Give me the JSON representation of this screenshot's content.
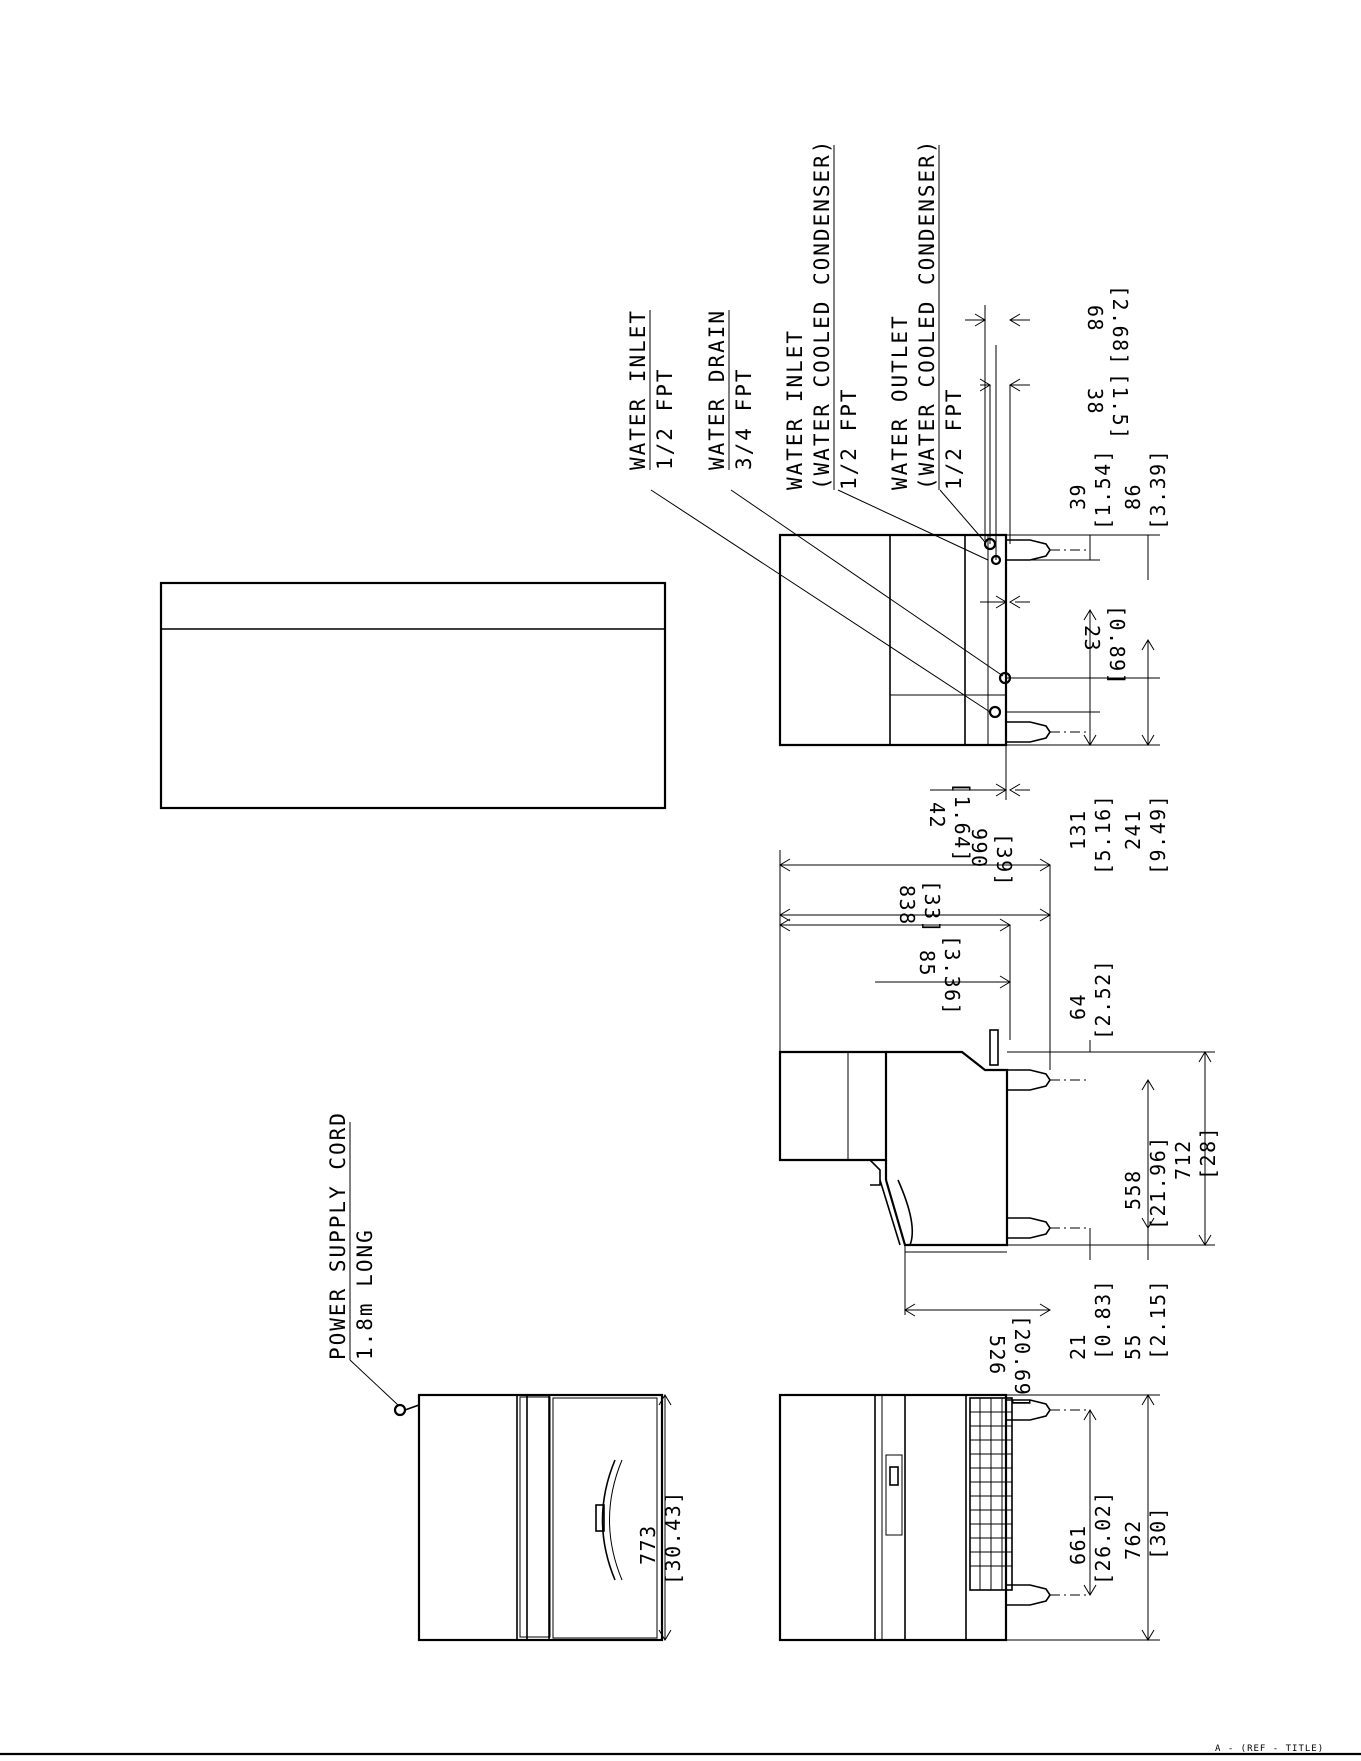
{
  "labels": {
    "power_cord_title": "POWER SUPPLY CORD",
    "power_cord_sub": "1.8m LONG",
    "water_inlet_title": "WATER INLET",
    "water_inlet_size": "1/2 FPT",
    "water_drain_title": "WATER DRAIN",
    "water_drain_size": "3/4 FPT",
    "wc_inlet_title": "WATER INLET",
    "wc_inlet_sub": "(WATER COOLED CONDENSER)",
    "wc_inlet_size": "1/2 FPT",
    "wc_outlet_title": "WATER OUTLET",
    "wc_outlet_sub": "(WATER COOLED CONDENSER)",
    "wc_outlet_size": "1/2 FPT"
  },
  "dimensions": {
    "d773": "773",
    "d773_in": "[30.43]",
    "d762": "762",
    "d762_in": "[30]",
    "d661": "661",
    "d661_in": "[26.02]",
    "d21": "21",
    "d21_in": "[0.83]",
    "d55": "55",
    "d55_in": "[2.15]",
    "d526": "526",
    "d526_in": "[20.69]",
    "d558": "558",
    "d558_in": "[21.96]",
    "d712": "712",
    "d712_in": "[28]",
    "d64": "64",
    "d64_in": "[2.52]",
    "d85": "85",
    "d85_in": "[3.36]",
    "d838": "838",
    "d838_in": "[33]",
    "d990": "990",
    "d990_in": "[39]",
    "d131": "131",
    "d131_in": "[5.16]",
    "d241": "241",
    "d241_in": "[9.49]",
    "d42": "42",
    "d42_in": "[1.64]",
    "d23": "23",
    "d23_in": "[0.89]",
    "d39": "39",
    "d39_in": "[1.54]",
    "d86": "86",
    "d86_in": "[3.39]",
    "d38": "38",
    "d38_in": "[1.5]",
    "d68": "68",
    "d68_in": "[2.68]"
  },
  "title_block": {
    "header": "",
    "body": ""
  },
  "footer": {
    "ref": "A - (REF - TITLE)"
  }
}
